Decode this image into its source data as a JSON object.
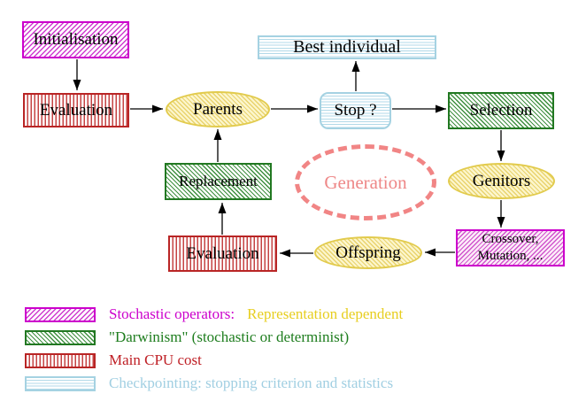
{
  "diagram": {
    "nodes": {
      "initialisation": {
        "label": "Initialisation"
      },
      "evaluation_top": {
        "label": "Evaluation"
      },
      "parents": {
        "label": "Parents"
      },
      "stop": {
        "label": "Stop ?"
      },
      "best_individual": {
        "label": "Best individual"
      },
      "selection": {
        "label": "Selection"
      },
      "genitors": {
        "label": "Genitors"
      },
      "crossover_mutation": {
        "line1": "Crossover,",
        "line2": "Mutation, ..."
      },
      "offspring": {
        "label": "Offspring"
      },
      "evaluation_bottom": {
        "label": "Evaluation"
      },
      "replacement": {
        "label": "Replacement"
      },
      "generation": {
        "label": "Generation"
      }
    },
    "connections": [
      {
        "from": "initialisation",
        "to": "evaluation_top"
      },
      {
        "from": "evaluation_top",
        "to": "parents"
      },
      {
        "from": "parents",
        "to": "stop"
      },
      {
        "from": "stop",
        "to": "best_individual"
      },
      {
        "from": "stop",
        "to": "selection"
      },
      {
        "from": "selection",
        "to": "genitors"
      },
      {
        "from": "genitors",
        "to": "crossover_mutation"
      },
      {
        "from": "crossover_mutation",
        "to": "offspring"
      },
      {
        "from": "offspring",
        "to": "evaluation_bottom"
      },
      {
        "from": "evaluation_bottom",
        "to": "replacement"
      },
      {
        "from": "replacement",
        "to": "parents"
      }
    ]
  },
  "legend": {
    "items": [
      {
        "swatch": "magenta-diagonal-hatch",
        "parts": [
          {
            "text": "Stochastic operators:",
            "color": "#cc00cc"
          },
          {
            "text": "Representation dependent",
            "color": "#e7ce1f"
          }
        ]
      },
      {
        "swatch": "green-diagonal-hatch",
        "parts": [
          {
            "text": "\"Darwinism\" (stochastic or determinist)",
            "color": "#1e7d1e"
          }
        ]
      },
      {
        "swatch": "red-vertical-stripes",
        "parts": [
          {
            "text": "Main CPU cost",
            "color": "#bf2026"
          }
        ]
      },
      {
        "swatch": "cyan-horizontal-stripes",
        "parts": [
          {
            "text": "Checkpointing: stopping criterion and statistics",
            "color": "#a1cfe2"
          }
        ]
      }
    ]
  },
  "colors": {
    "stochastic_magenta": "#cc00cc",
    "darwinism_green": "#217821",
    "cpu_red": "#b92525",
    "checkpoint_blue": "#a5d2e2",
    "operator_yellow": "#e2cb4d",
    "generation_salmon": "#f18585",
    "arrow_black": "#000000"
  }
}
